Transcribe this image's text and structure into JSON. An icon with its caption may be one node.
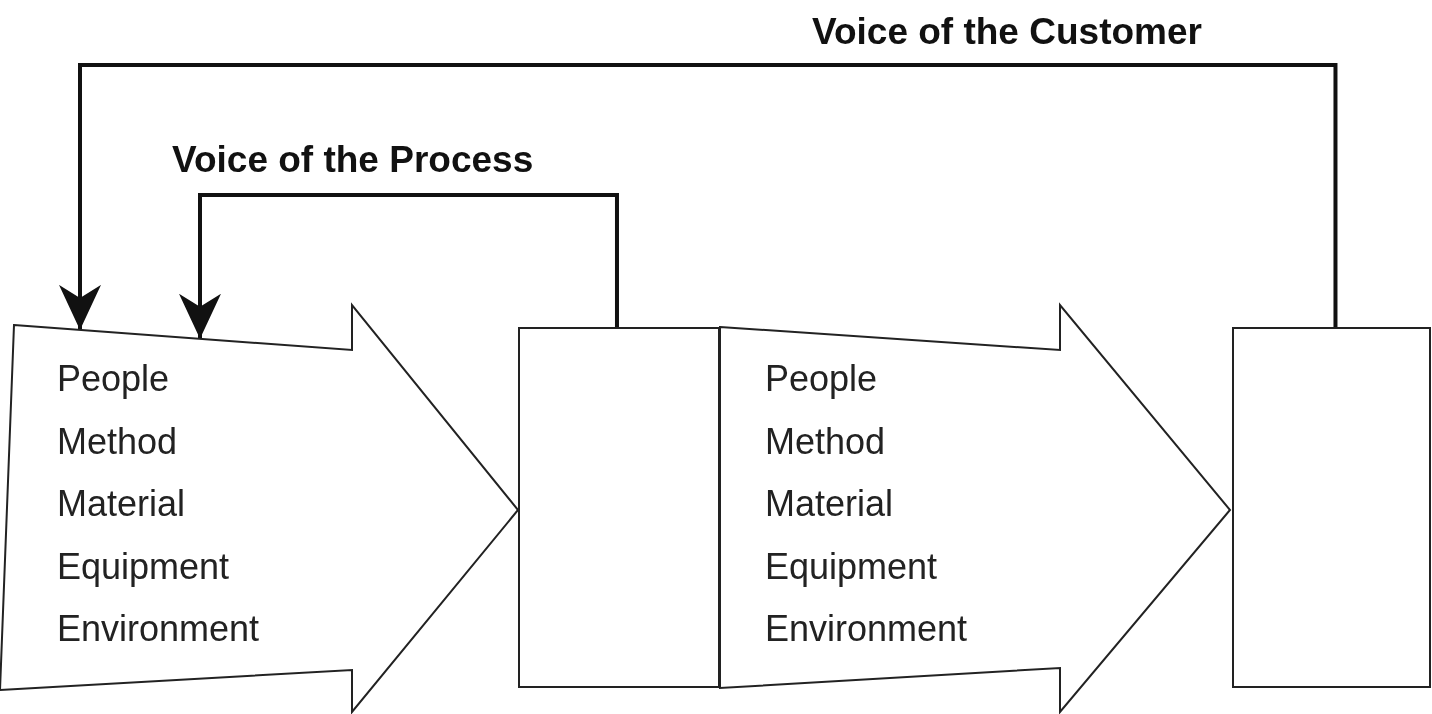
{
  "diagram": {
    "nodes": [
      {
        "text": [
          "People",
          "Method",
          "Material",
          "Equipment",
          "Environment"
        ]
      },
      {
        "text": [],
        "shape": "box"
      },
      {
        "text": [
          "People",
          "Method",
          "Material",
          "Equipment",
          "Environment"
        ]
      },
      {
        "text": [],
        "shape": "box"
      }
    ],
    "edges": [
      {
        "from": 1,
        "to": 0,
        "arrow": "to",
        "label": "Voice of the Process"
      },
      {
        "from": 3,
        "to": 0,
        "arrow": "to",
        "label": "Voice of the Customer"
      }
    ]
  }
}
